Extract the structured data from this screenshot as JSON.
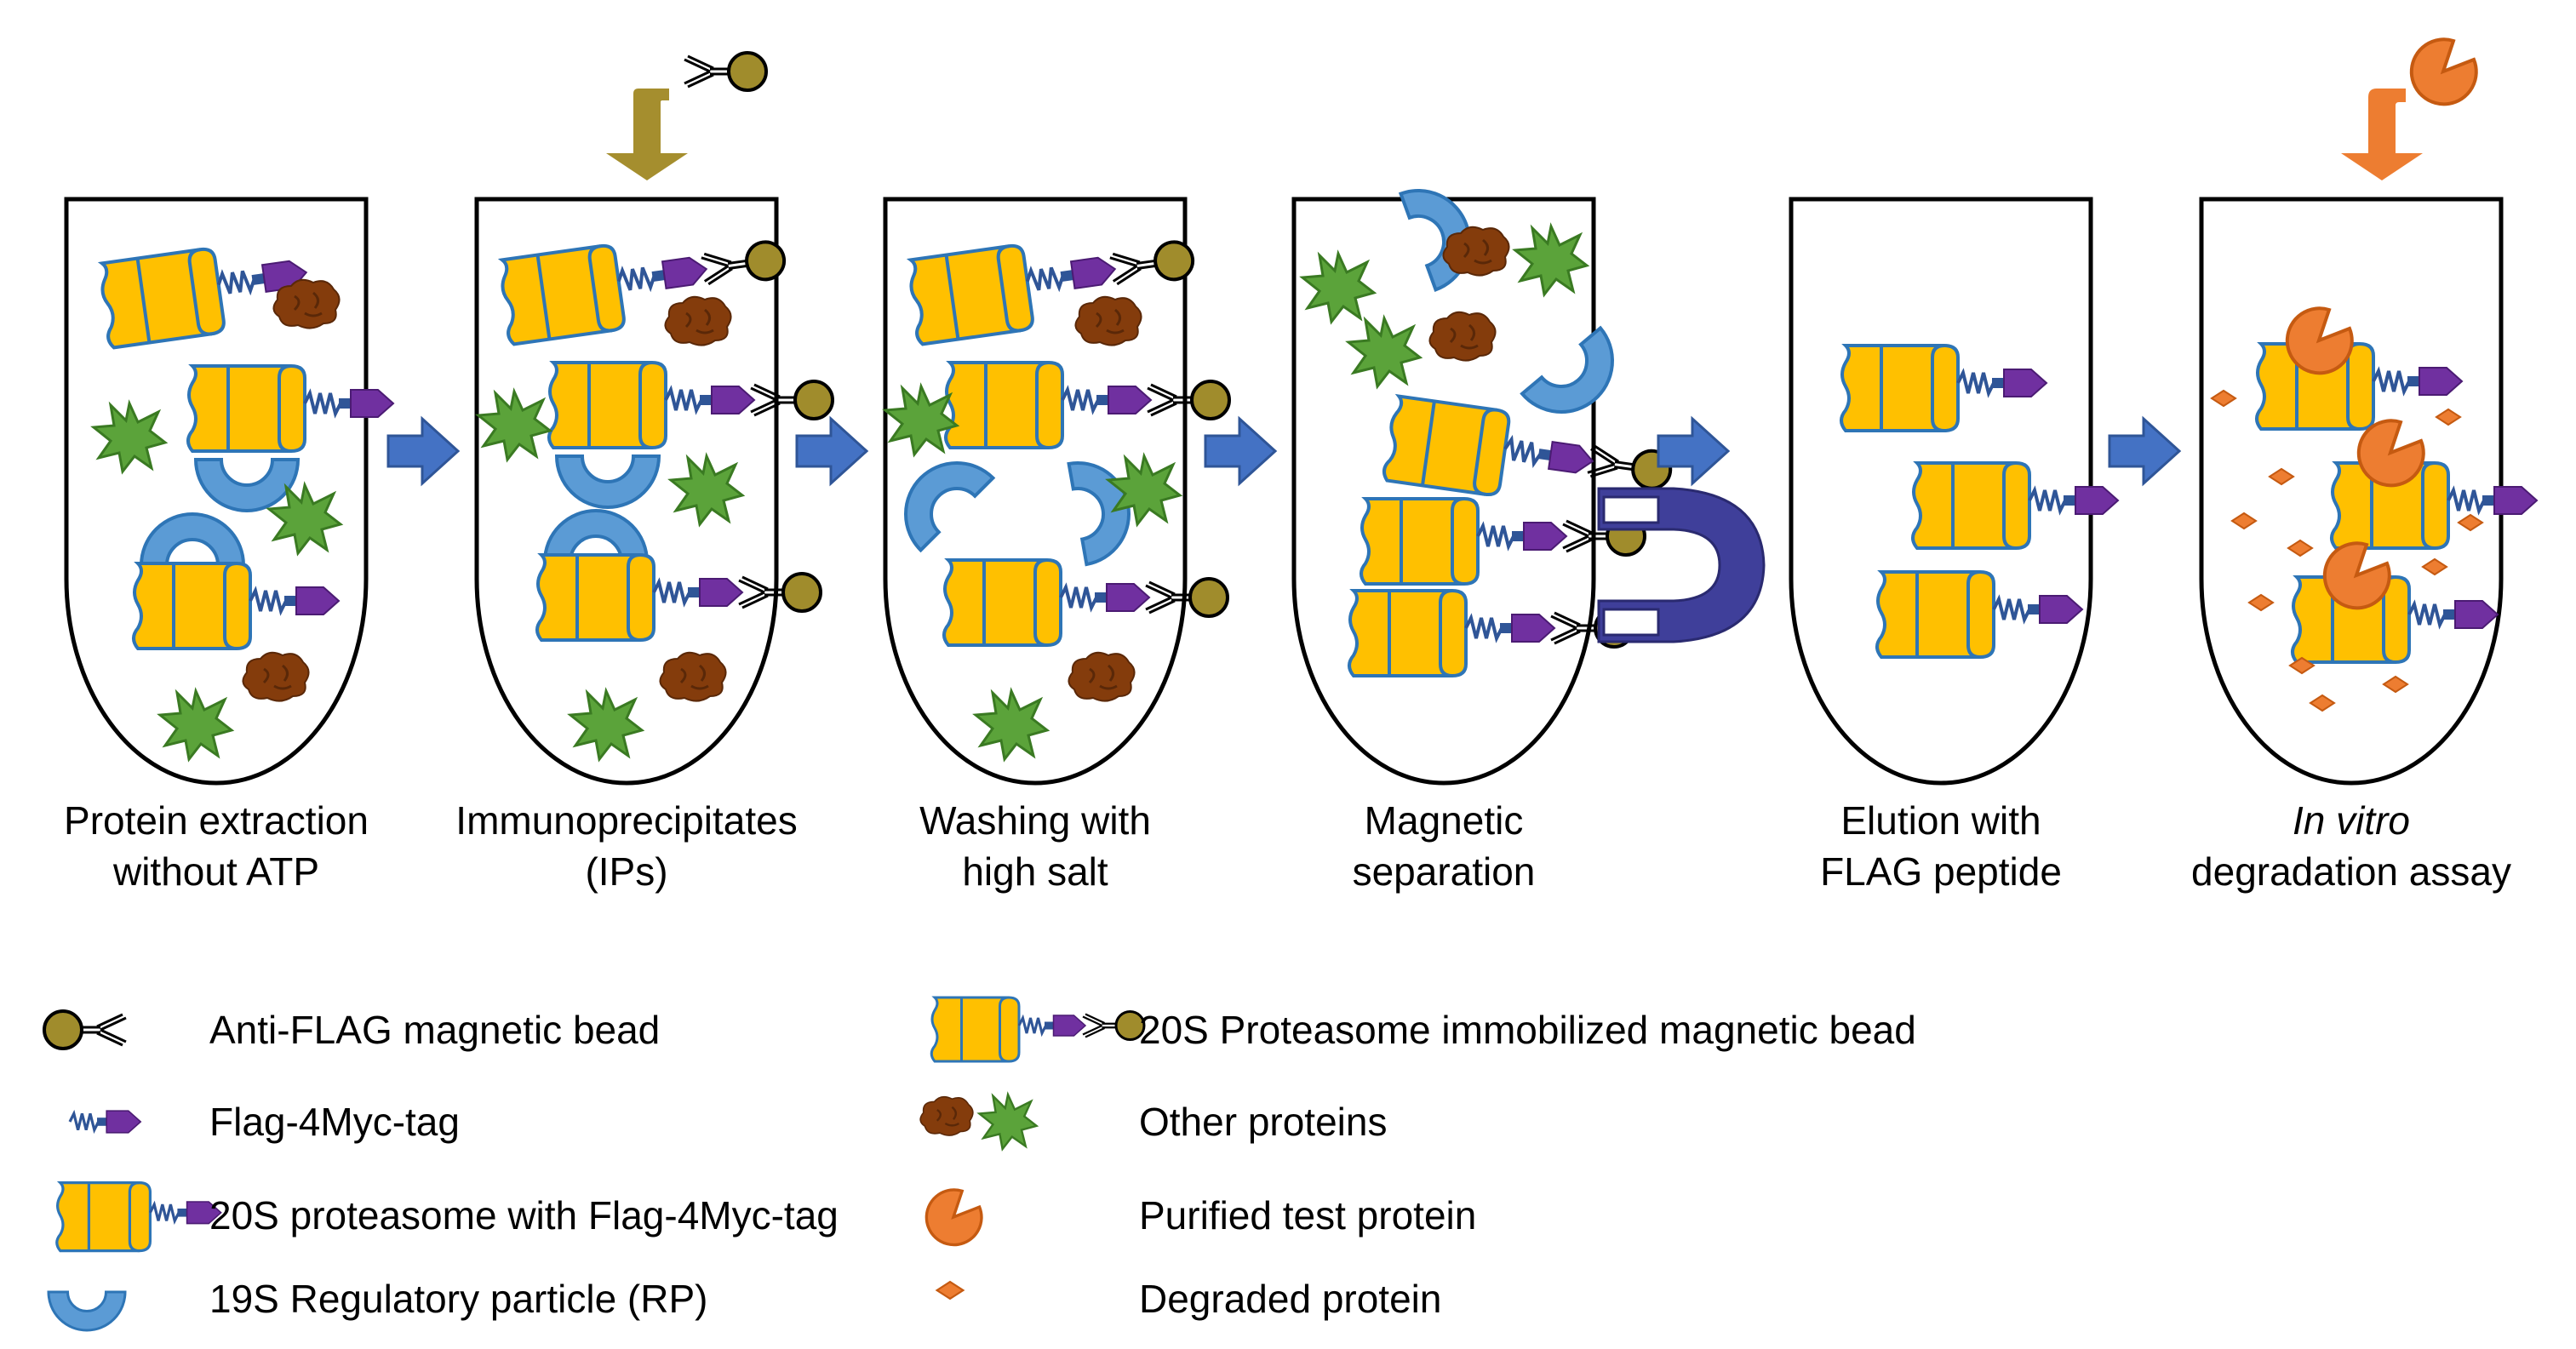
{
  "colors": {
    "core": "#FFC000",
    "core_edge": "#2E75B6",
    "tag": "#7030A0",
    "spring": "#2F5597",
    "bead": "#A08C2C",
    "rp": "#5B9BD5",
    "brown": "#843C0C",
    "green": "#5BA33A",
    "test_protein": "#ED7D31",
    "arrow_blue": "#4472C4",
    "arrow_olive": "#A58E2E",
    "arrow_orange": "#ED7D31",
    "magnet": "#3F3F9A"
  },
  "steps": [
    {
      "line1": "Protein extraction",
      "line2": "without ATP"
    },
    {
      "line1": "Immunoprecipitates",
      "line2": "(IPs)"
    },
    {
      "line1": "Washing with",
      "line2": "high salt"
    },
    {
      "line1": "Magnetic",
      "line2": "separation"
    },
    {
      "line1": "Elution with",
      "line2": "FLAG peptide"
    },
    {
      "line1": "In vitro",
      "line2": "degradation assay"
    }
  ],
  "legend": {
    "left": [
      {
        "icon": "anti-flag-bead-icon",
        "label": "Anti-FLAG magnetic bead"
      },
      {
        "icon": "flag-tag-icon",
        "label": "Flag-4Myc-tag"
      },
      {
        "icon": "proteasome-tagged-icon",
        "label": "20S proteasome with Flag-4Myc-tag"
      },
      {
        "icon": "regulatory-particle-icon",
        "label": "19S Regulatory particle (RP)"
      }
    ],
    "right": [
      {
        "icon": "proteasome-bead-icon",
        "label": "20S Proteasome immobilized magnetic bead"
      },
      {
        "icon": "other-proteins-icon",
        "label": "Other proteins"
      },
      {
        "icon": "test-protein-icon",
        "label": "Purified test protein"
      },
      {
        "icon": "degraded-protein-icon",
        "label": "Degraded protein"
      }
    ]
  }
}
